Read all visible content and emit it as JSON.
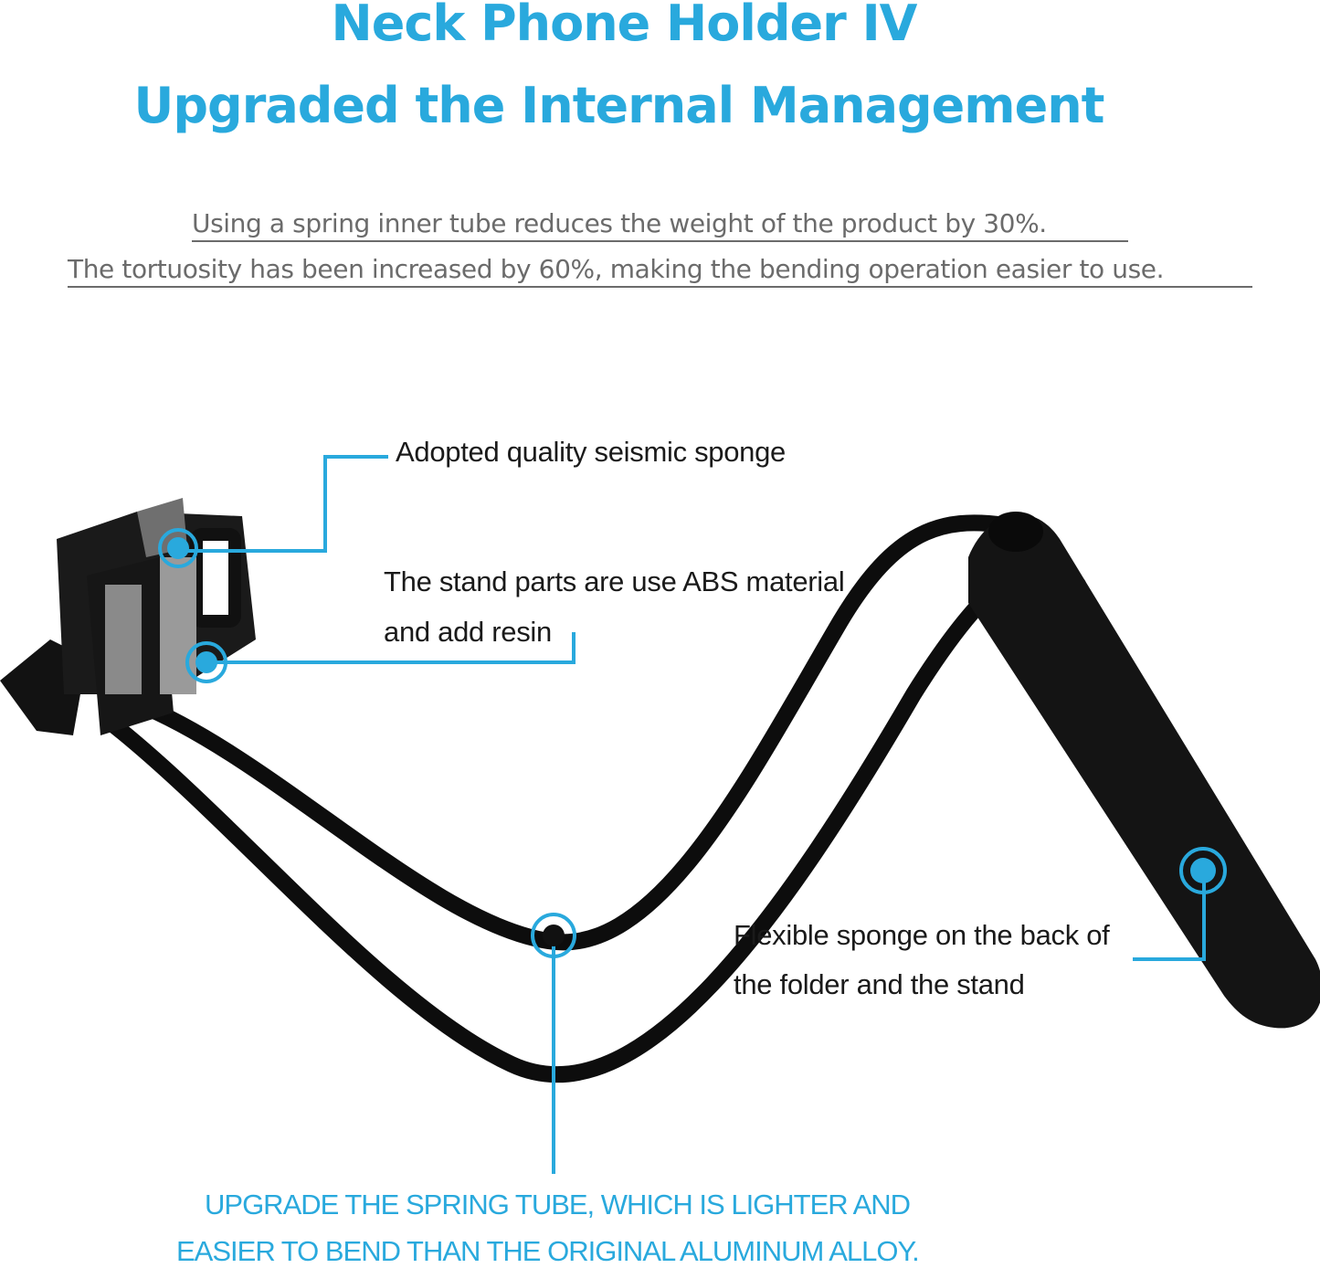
{
  "header": {
    "title_line1": "Neck Phone Holder IV",
    "title_line2": "Upgraded the Internal Management",
    "subtitle_line1": "Using a spring inner tube reduces the weight of the product by 30%.",
    "subtitle_line2": "The tortuosity has been increased by 60%, making the bending operation easier to use."
  },
  "callouts": {
    "sponge_top": "Adopted quality seismic sponge",
    "abs_line1": "The stand parts are use ABS material",
    "abs_line2": "and add resin",
    "flex_line1": "Flexible sponge on the back of",
    "flex_line2": "the folder and the stand"
  },
  "footer": {
    "line1": "UPGRADE THE SPRING TUBE, WHICH IS LIGHTER AND",
    "line2": "EASIER TO BEND THAN THE ORIGINAL ALUMINUM ALLOY."
  },
  "colors": {
    "accent": "#29a9dd",
    "subtitle_gray": "#6b6b6b",
    "product_black": "#111111"
  }
}
